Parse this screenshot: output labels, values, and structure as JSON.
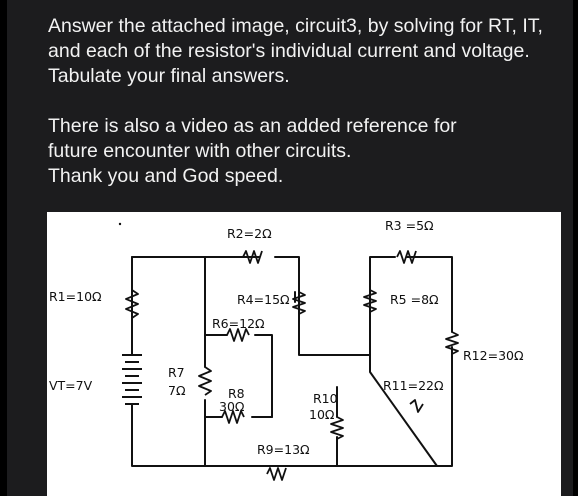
{
  "message": {
    "paragraph1": "Answer the attached image, circuit3, by solving for RT, IT, and each of the resistor's individual current and voltage. Tabulate your final answers.",
    "paragraph2_lines": [
      "There is also a video as an added reference for",
      "future encounter with other circuits.",
      "Thank you and God speed."
    ]
  },
  "attachment": {
    "labels": {
      "r1": "R1=10Ω",
      "r2": "R2=2Ω",
      "r3": "R3 =5Ω",
      "r4": "R4=15Ω",
      "r5": "R5 =8Ω",
      "r6": "R6=12Ω",
      "r7a": "R7",
      "r7b": "7Ω",
      "r8a": "R8",
      "r8b": "30Ω",
      "r9": "R9=13Ω",
      "r10a": "R10",
      "r10b": "10Ω",
      "r11": "R11=22Ω",
      "r12": "R12=30Ω",
      "vt": "VT=7V"
    }
  }
}
